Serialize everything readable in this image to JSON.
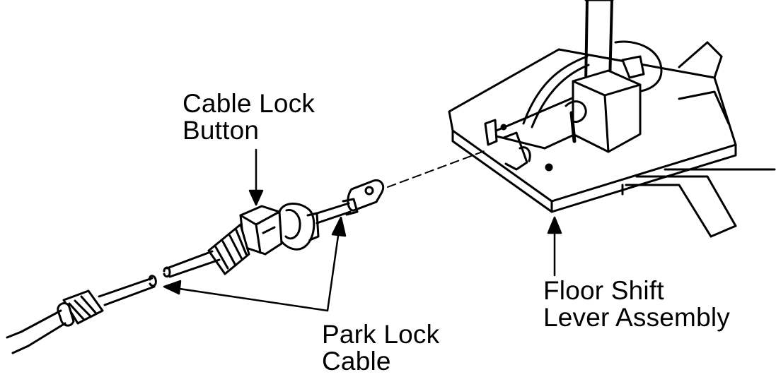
{
  "labels": {
    "cable_lock_button": {
      "line1": "Cable Lock",
      "line2": "Button"
    },
    "floor_shift_lever": {
      "line1": "Floor Shift",
      "line2": "Lever Assembly"
    },
    "park_lock_cable": {
      "line1": "Park Lock",
      "line2": "Cable"
    }
  },
  "colors": {
    "ink": "#000000",
    "paper": "#ffffff"
  }
}
